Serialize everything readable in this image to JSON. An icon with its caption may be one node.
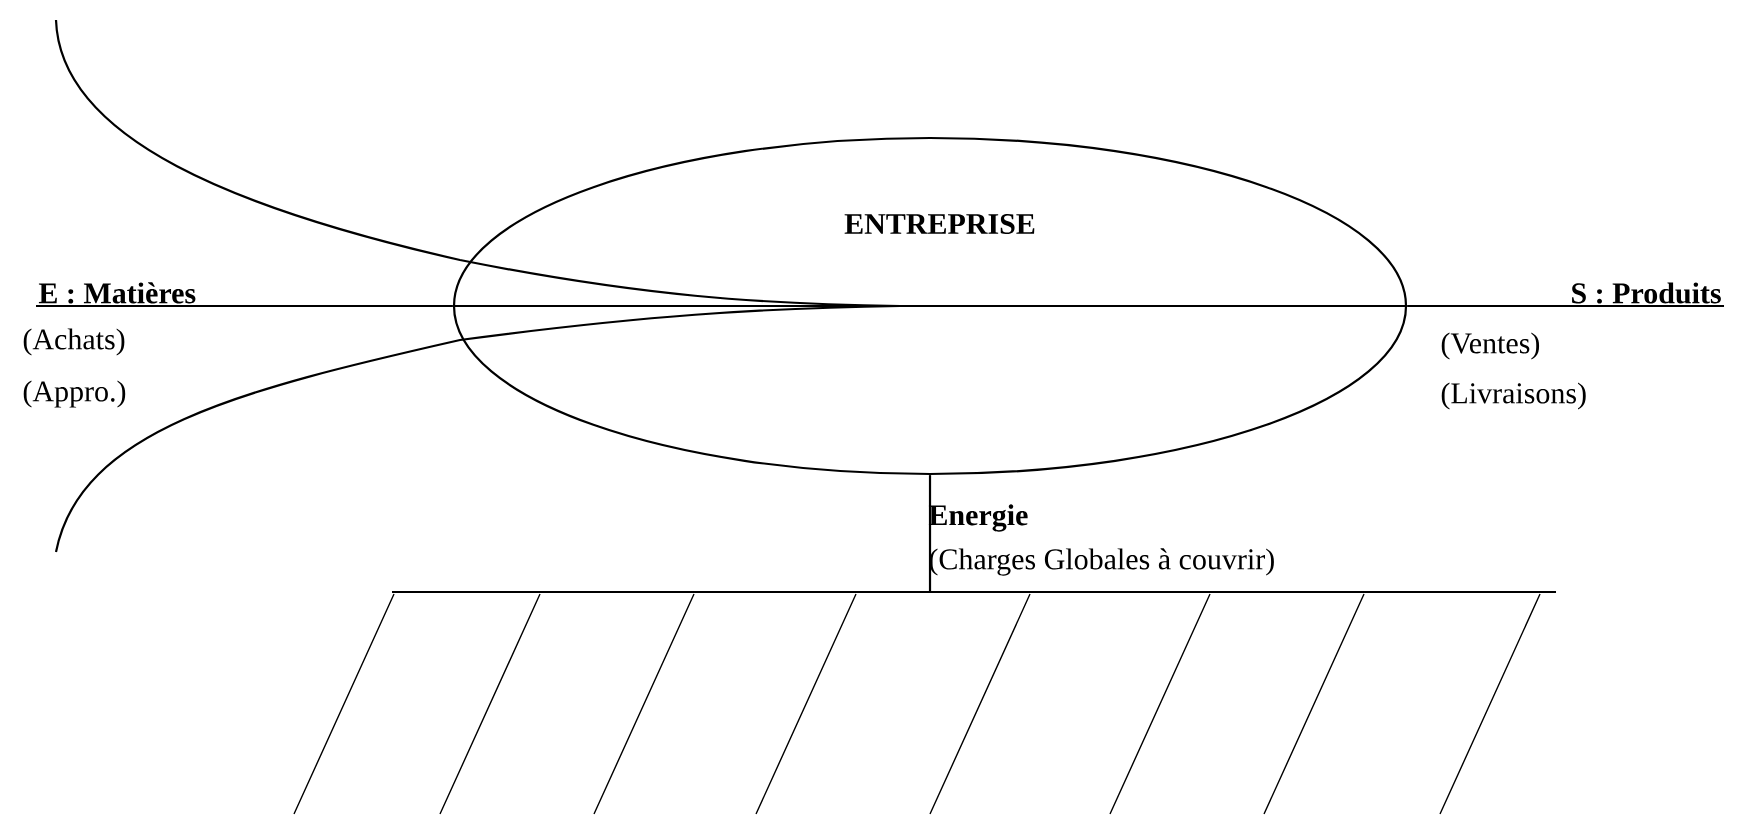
{
  "diagram": {
    "nodes": [
      {
        "text": [
          "ENTREPRISE"
        ]
      },
      {
        "text": [
          "E : Matières"
        ],
        "beside": [
          "(Achats)",
          "(Appro.)"
        ]
      },
      {
        "text": [
          "S : Produits"
        ],
        "beside": [
          "(Ventes)",
          "(Livraisons)"
        ]
      },
      {
        "text": [],
        "shape": "bar"
      }
    ],
    "edges": [
      {
        "from": 1,
        "to": 0,
        "arrow": "none"
      },
      {
        "from": 0,
        "to": 2,
        "arrow": "none"
      },
      {
        "from": 0,
        "to": 3,
        "arrow": "none"
      }
    ],
    "labels": [
      "Energie",
      "(Charges Globales à couvrir)"
    ]
  }
}
